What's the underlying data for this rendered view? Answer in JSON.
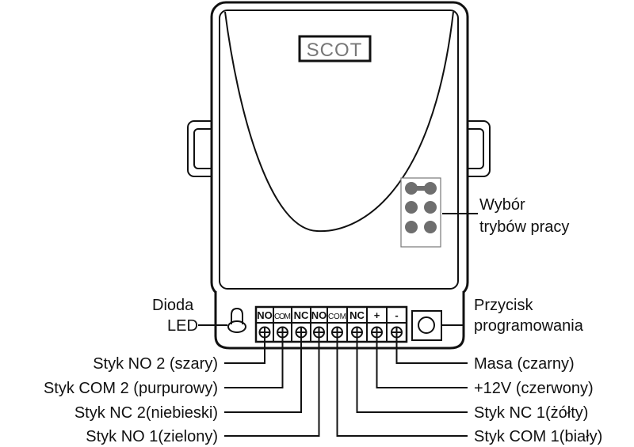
{
  "logo": "SCOT",
  "terminals": [
    "NO",
    "COM",
    "NC",
    "NO",
    "COM",
    "NC",
    "+",
    "-"
  ],
  "labels": {
    "mode_select_1": "Wybór",
    "mode_select_2": "trybów pracy",
    "led_1": "Dioda",
    "led_2": "LED",
    "button_1": "Przycisk",
    "button_2": "programowania"
  },
  "wires_left": [
    "Styk NO 2 (szary)",
    "Styk COM 2 (purpurowy)",
    "Styk NC 2(niebieski)",
    "Styk NO 1(zielony)"
  ],
  "wires_right": [
    "Masa (czarny)",
    "+12V (czerwony)",
    "Styk NC 1(żółty)",
    "Styk COM 1(biały)"
  ],
  "colors": {
    "line": "#111111",
    "jumper": "#6e6e6e",
    "logo": "#777777"
  }
}
